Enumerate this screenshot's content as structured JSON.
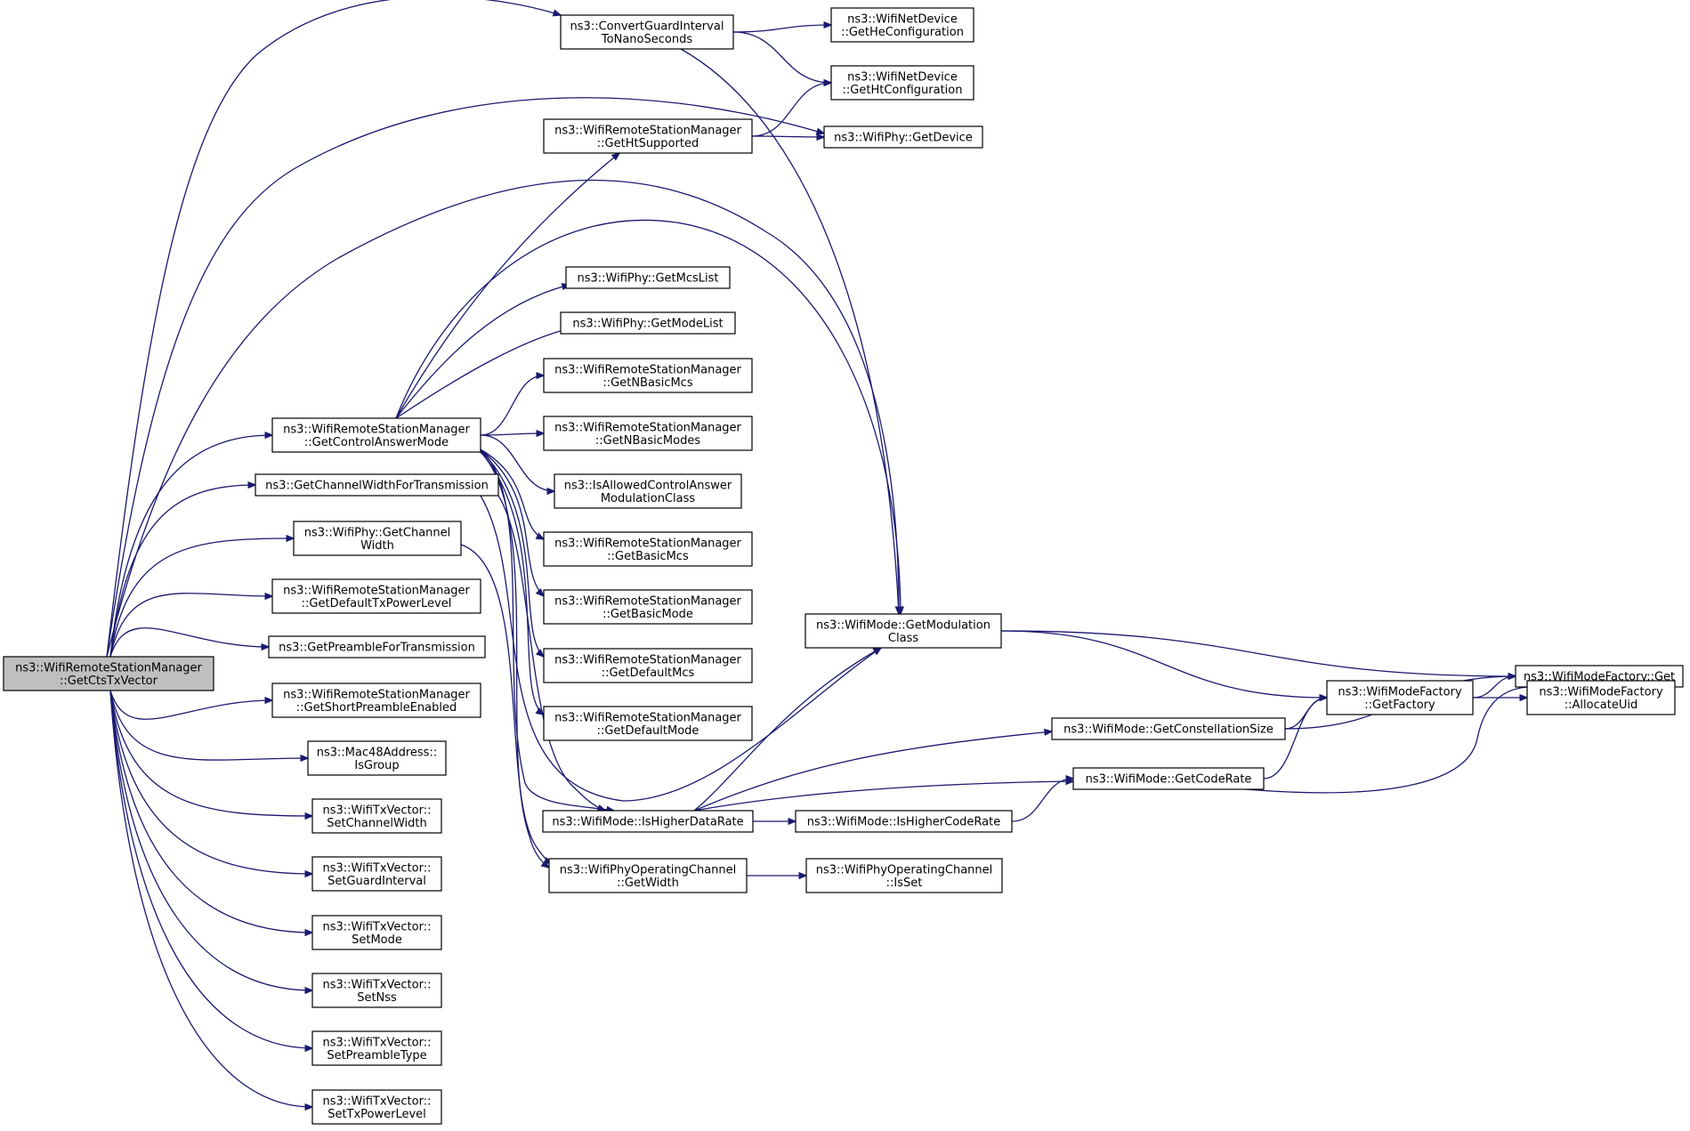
{
  "nodes": [
    {
      "id": "root",
      "lines": [
        "ns3::WifiRemoteStationManager",
        "::GetCtsTxVector"
      ],
      "highlight": true
    },
    {
      "id": "convgi",
      "lines": [
        "ns3::ConvertGuardInterval",
        "ToNanoSeconds"
      ]
    },
    {
      "id": "nd_he",
      "lines": [
        "ns3::WifiNetDevice",
        "::GetHeConfiguration"
      ]
    },
    {
      "id": "nd_ht",
      "lines": [
        "ns3::WifiNetDevice",
        "::GetHtConfiguration"
      ]
    },
    {
      "id": "rsm_htsup",
      "lines": [
        "ns3::WifiRemoteStationManager",
        "::GetHtSupported"
      ]
    },
    {
      "id": "phy_dev",
      "lines": [
        "ns3::WifiPhy::GetDevice"
      ]
    },
    {
      "id": "phy_mcs",
      "lines": [
        "ns3::WifiPhy::GetMcsList"
      ]
    },
    {
      "id": "phy_mode",
      "lines": [
        "ns3::WifiPhy::GetModeList"
      ]
    },
    {
      "id": "rsm_nbmcs",
      "lines": [
        "ns3::WifiRemoteStationManager",
        "::GetNBasicMcs"
      ]
    },
    {
      "id": "rsm_nbmodes",
      "lines": [
        "ns3::WifiRemoteStationManager",
        "::GetNBasicModes"
      ]
    },
    {
      "id": "isallowed",
      "lines": [
        "ns3::IsAllowedControlAnswer",
        "ModulationClass"
      ]
    },
    {
      "id": "rsm_bmcs",
      "lines": [
        "ns3::WifiRemoteStationManager",
        "::GetBasicMcs"
      ]
    },
    {
      "id": "rsm_bmode",
      "lines": [
        "ns3::WifiRemoteStationManager",
        "::GetBasicMode"
      ]
    },
    {
      "id": "rsm_dmcs",
      "lines": [
        "ns3::WifiRemoteStationManager",
        "::GetDefaultMcs"
      ]
    },
    {
      "id": "rsm_dmode",
      "lines": [
        "ns3::WifiRemoteStationManager",
        "::GetDefaultMode"
      ]
    },
    {
      "id": "rsm_ctrl",
      "lines": [
        "ns3::WifiRemoteStationManager",
        "::GetControlAnswerMode"
      ]
    },
    {
      "id": "chwidth",
      "lines": [
        "ns3::GetChannelWidthForTransmission"
      ]
    },
    {
      "id": "phy_chw",
      "lines": [
        "ns3::WifiPhy::GetChannel",
        "Width"
      ]
    },
    {
      "id": "rsm_dtxp",
      "lines": [
        "ns3::WifiRemoteStationManager",
        "::GetDefaultTxPowerLevel"
      ]
    },
    {
      "id": "preamble",
      "lines": [
        "ns3::GetPreambleForTransmission"
      ]
    },
    {
      "id": "rsm_short",
      "lines": [
        "ns3::WifiRemoteStationManager",
        "::GetShortPreambleEnabled"
      ]
    },
    {
      "id": "mac_group",
      "lines": [
        "ns3::Mac48Address::",
        "IsGroup"
      ]
    },
    {
      "id": "tx_chw",
      "lines": [
        "ns3::WifiTxVector::",
        "SetChannelWidth"
      ]
    },
    {
      "id": "tx_gi",
      "lines": [
        "ns3::WifiTxVector::",
        "SetGuardInterval"
      ]
    },
    {
      "id": "tx_mode",
      "lines": [
        "ns3::WifiTxVector::",
        "SetMode"
      ]
    },
    {
      "id": "tx_nss",
      "lines": [
        "ns3::WifiTxVector::",
        "SetNss"
      ]
    },
    {
      "id": "tx_pre",
      "lines": [
        "ns3::WifiTxVector::",
        "SetPreambleType"
      ]
    },
    {
      "id": "tx_pow",
      "lines": [
        "ns3::WifiTxVector::",
        "SetTxPowerLevel"
      ]
    },
    {
      "id": "mode_modclass",
      "lines": [
        "ns3::WifiMode::GetModulation",
        "Class"
      ]
    },
    {
      "id": "mode_const",
      "lines": [
        "ns3::WifiMode::GetConstellationSize"
      ]
    },
    {
      "id": "mode_code",
      "lines": [
        "ns3::WifiMode::GetCodeRate"
      ]
    },
    {
      "id": "mode_hdr",
      "lines": [
        "ns3::WifiMode::IsHigherDataRate"
      ]
    },
    {
      "id": "mode_hcr",
      "lines": [
        "ns3::WifiMode::IsHigherCodeRate"
      ]
    },
    {
      "id": "opch_w",
      "lines": [
        "ns3::WifiPhyOperatingChannel",
        "::GetWidth"
      ]
    },
    {
      "id": "opch_set",
      "lines": [
        "ns3::WifiPhyOperatingChannel",
        "::IsSet"
      ]
    },
    {
      "id": "mf_get",
      "lines": [
        "ns3::WifiModeFactory::Get"
      ]
    },
    {
      "id": "mf_factory",
      "lines": [
        "ns3::WifiModeFactory",
        "::GetFactory"
      ]
    },
    {
      "id": "mf_uid",
      "lines": [
        "ns3::WifiModeFactory",
        "::AllocateUid"
      ]
    }
  ],
  "edges": [
    [
      "root",
      "convgi"
    ],
    [
      "root",
      "phy_dev"
    ],
    [
      "root",
      "mode_modclass"
    ],
    [
      "root",
      "rsm_ctrl"
    ],
    [
      "root",
      "chwidth"
    ],
    [
      "root",
      "phy_chw"
    ],
    [
      "root",
      "rsm_dtxp"
    ],
    [
      "root",
      "preamble"
    ],
    [
      "root",
      "rsm_short"
    ],
    [
      "root",
      "mac_group"
    ],
    [
      "root",
      "tx_chw"
    ],
    [
      "root",
      "tx_gi"
    ],
    [
      "root",
      "tx_mode"
    ],
    [
      "root",
      "tx_nss"
    ],
    [
      "root",
      "tx_pre"
    ],
    [
      "root",
      "tx_pow"
    ],
    [
      "convgi",
      "nd_he"
    ],
    [
      "convgi",
      "nd_ht"
    ],
    [
      "convgi",
      "mode_modclass"
    ],
    [
      "rsm_htsup",
      "nd_ht"
    ],
    [
      "rsm_htsup",
      "phy_dev"
    ],
    [
      "rsm_ctrl",
      "rsm_htsup"
    ],
    [
      "rsm_ctrl",
      "mode_modclass"
    ],
    [
      "rsm_ctrl",
      "phy_mcs"
    ],
    [
      "rsm_ctrl",
      "phy_mode"
    ],
    [
      "rsm_ctrl",
      "rsm_nbmcs"
    ],
    [
      "rsm_ctrl",
      "rsm_nbmodes"
    ],
    [
      "rsm_ctrl",
      "isallowed"
    ],
    [
      "rsm_ctrl",
      "rsm_bmcs"
    ],
    [
      "rsm_ctrl",
      "rsm_bmode"
    ],
    [
      "rsm_ctrl",
      "rsm_dmcs"
    ],
    [
      "rsm_ctrl",
      "rsm_dmode"
    ],
    [
      "rsm_ctrl",
      "mode_hdr"
    ],
    [
      "rsm_ctrl",
      "opch_w"
    ],
    [
      "chwidth",
      "mode_modclass"
    ],
    [
      "chwidth",
      "mode_hdr"
    ],
    [
      "phy_chw",
      "opch_w"
    ],
    [
      "mode_hdr",
      "mode_modclass"
    ],
    [
      "mode_hdr",
      "mode_const"
    ],
    [
      "mode_hdr",
      "mode_code"
    ],
    [
      "mode_hdr",
      "mode_hcr"
    ],
    [
      "mode_hcr",
      "mode_code"
    ],
    [
      "opch_w",
      "opch_set"
    ],
    [
      "mode_modclass",
      "mf_get"
    ],
    [
      "mode_modclass",
      "mf_factory"
    ],
    [
      "mode_const",
      "mf_get"
    ],
    [
      "mode_const",
      "mf_factory"
    ],
    [
      "mode_code",
      "mf_factory"
    ],
    [
      "mode_code",
      "mf_get"
    ],
    [
      "mf_factory",
      "mf_get"
    ],
    [
      "mf_factory",
      "mf_uid"
    ]
  ]
}
